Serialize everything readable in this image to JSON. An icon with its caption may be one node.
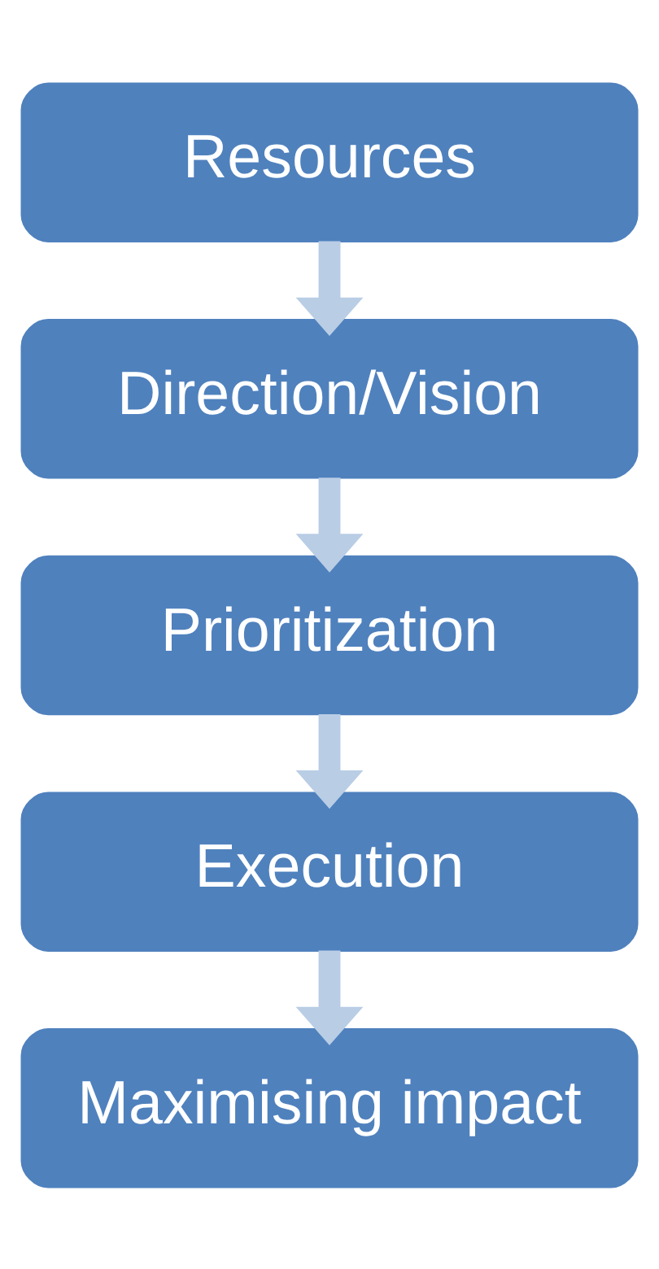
{
  "diagram": {
    "nodes": [
      {
        "text": [
          "Resources"
        ]
      },
      {
        "text": [
          "Direction/Vision"
        ]
      },
      {
        "text": [
          "Prioritization"
        ]
      },
      {
        "text": [
          "Execution"
        ]
      },
      {
        "text": [
          "Maximising impact"
        ]
      }
    ],
    "edges": [
      {
        "from": 0,
        "to": 1,
        "arrow": "to"
      },
      {
        "from": 1,
        "to": 2,
        "arrow": "to"
      },
      {
        "from": 2,
        "to": 3,
        "arrow": "to"
      },
      {
        "from": 3,
        "to": 4,
        "arrow": "to"
      }
    ]
  }
}
